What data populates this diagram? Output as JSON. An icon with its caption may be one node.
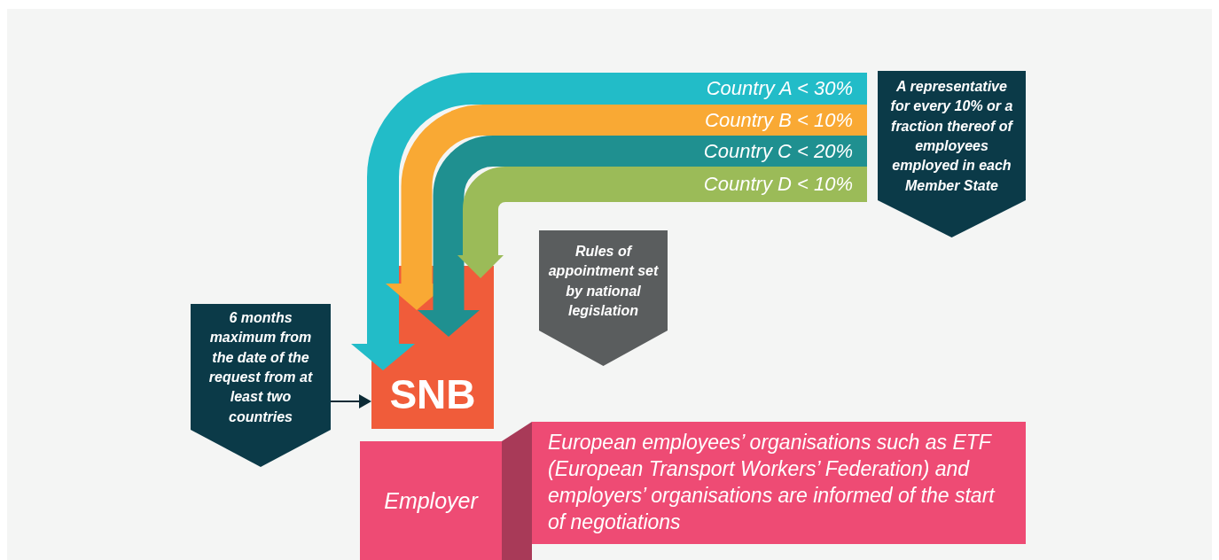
{
  "diagram": {
    "nodes": [
      {
        "text": [
          "Country A < 30%"
        ]
      },
      {
        "text": [
          "Country B < 10%"
        ]
      },
      {
        "text": [
          "Country C < 20%"
        ]
      },
      {
        "text": [
          "Country D < 10%"
        ]
      },
      {
        "text": [
          "A representative for every 10% or a fraction thereof of employees employed in each Member State"
        ]
      },
      {
        "text": [
          "Rules of appointment set by national legislation"
        ]
      },
      {
        "text": [
          "6 months maximum from the date of the request from at least two countries"
        ]
      },
      {
        "text": [
          "SNB"
        ]
      },
      {
        "text": [
          "Employer"
        ]
      },
      {
        "text": [
          "European employees’ organisations such as ETF (European Transport Workers’ Federation) and employers’ organisations are informed of the start of negotiations"
        ]
      }
    ],
    "edges": [
      {
        "from": 0,
        "to": 7,
        "arrow": "to",
        "color": "#22bcc8"
      },
      {
        "from": 1,
        "to": 7,
        "arrow": "to",
        "color": "#f9a934"
      },
      {
        "from": 2,
        "to": 7,
        "arrow": "to",
        "color": "#1f9090"
      },
      {
        "from": 3,
        "to": 7,
        "arrow": "to",
        "color": "#9bbb58"
      },
      {
        "from": 6,
        "to": 7,
        "arrow": "to",
        "color": "#0b2a35"
      }
    ]
  }
}
